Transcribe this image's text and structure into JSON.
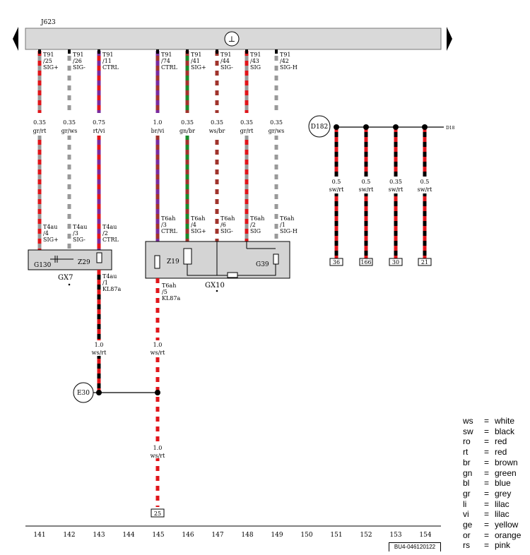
{
  "top_unit": "J623",
  "ground_symbol": "⊥",
  "wires_top": [
    {
      "pin": "T91",
      "num": "/25",
      "sig": "SIG+",
      "gauge": "0.35",
      "color": "gr/rt",
      "c1": "#999999",
      "c2": "#e0161b"
    },
    {
      "pin": "T91",
      "num": "/26",
      "sig": "SIG-",
      "gauge": "0.35",
      "color": "gr/ws",
      "c1": "#999999",
      "c2": "#ffffff"
    },
    {
      "pin": "T91",
      "num": "/11",
      "sig": "CTRL",
      "gauge": "0.75",
      "color": "rt/vi",
      "c1": "#e0161b",
      "c2": "#7a2a9e"
    },
    {
      "pin": "T91",
      "num": "/74",
      "sig": "CTRL",
      "gauge": "1.0",
      "color": "br/vi",
      "c1": "#a0332c",
      "c2": "#7a2a9e"
    },
    {
      "pin": "T91",
      "num": "/41",
      "sig": "SIG+",
      "gauge": "0.35",
      "color": "gn/br",
      "c1": "#1a8a2a",
      "c2": "#a0332c"
    },
    {
      "pin": "T91",
      "num": "/44",
      "sig": "SIG-",
      "gauge": "0.35",
      "color": "ws/br",
      "c1": "#ffffff",
      "c2": "#a0332c"
    },
    {
      "pin": "T91",
      "num": "/43",
      "sig": "SIG",
      "gauge": "0.35",
      "color": "gr/rt",
      "c1": "#999999",
      "c2": "#e0161b"
    },
    {
      "pin": "T91",
      "num": "/42",
      "sig": "SIG-H",
      "gauge": "0.35",
      "color": "gr/ws",
      "c1": "#999999",
      "c2": "#ffffff"
    }
  ],
  "connectors_lower": [
    {
      "pin": "T4au",
      "num": "/4",
      "sig": "SIG+"
    },
    {
      "pin": "T4au",
      "num": "/3",
      "sig": "SIG-"
    },
    {
      "pin": "T4au",
      "num": "/2",
      "sig": "CTRL"
    },
    {
      "pin": "T6ah",
      "num": "/3",
      "sig": "CTRL"
    },
    {
      "pin": "T6ah",
      "num": "/4",
      "sig": "SIG+"
    },
    {
      "pin": "T6ah",
      "num": "/6",
      "sig": "SIG-"
    },
    {
      "pin": "T6ah",
      "num": "/2",
      "sig": "SIG"
    },
    {
      "pin": "T6ah",
      "num": "/1",
      "sig": "SIG-H"
    }
  ],
  "components": {
    "g130": "G130",
    "z29": "Z29",
    "gx7": "GX7",
    "z19": "Z19",
    "g39": "G39",
    "gx10": "GX10"
  },
  "supply": {
    "left": {
      "pin": "T4au",
      "num": "/1",
      "sig": "KL87a",
      "gauge": "1.0",
      "color": "ws/rt"
    },
    "right": {
      "pin": "T6ah",
      "num": "/5",
      "sig": "KL87a",
      "gauge1": "1.0",
      "color1": "ws/rt",
      "gauge2": "1.0",
      "color2": "ws/rt"
    },
    "junction": "E30",
    "terminal": "25"
  },
  "ground_group": {
    "node": "D182",
    "line_label": "D18",
    "wires": [
      {
        "gauge": "0.5",
        "color": "sw/rt",
        "terminal": "36"
      },
      {
        "gauge": "0.5",
        "color": "sw/rt",
        "terminal": "166"
      },
      {
        "gauge": "0.35",
        "color": "sw/rt",
        "terminal": "30"
      },
      {
        "gauge": "0.5",
        "color": "sw/rt",
        "terminal": "21"
      }
    ]
  },
  "tracks": [
    "141",
    "142",
    "143",
    "144",
    "145",
    "146",
    "147",
    "148",
    "149",
    "150",
    "151",
    "152",
    "153",
    "154"
  ],
  "doc_code": "BU4-046120122",
  "legend": [
    {
      "abbr": "ws",
      "name": "white"
    },
    {
      "abbr": "sw",
      "name": "black"
    },
    {
      "abbr": "ro",
      "name": "red"
    },
    {
      "abbr": "rt",
      "name": "red"
    },
    {
      "abbr": "br",
      "name": "brown"
    },
    {
      "abbr": "gn",
      "name": "green"
    },
    {
      "abbr": "bl",
      "name": "blue"
    },
    {
      "abbr": "gr",
      "name": "grey"
    },
    {
      "abbr": "li",
      "name": "lilac"
    },
    {
      "abbr": "vi",
      "name": "lilac"
    },
    {
      "abbr": "ge",
      "name": "yellow"
    },
    {
      "abbr": "or",
      "name": "orange"
    },
    {
      "abbr": "rs",
      "name": "pink"
    }
  ],
  "legend_eq": "=",
  "colors": {
    "red": "#e0161b",
    "black": "#000000",
    "bar": "#d9d9d9",
    "box": "#d4d4d4"
  }
}
